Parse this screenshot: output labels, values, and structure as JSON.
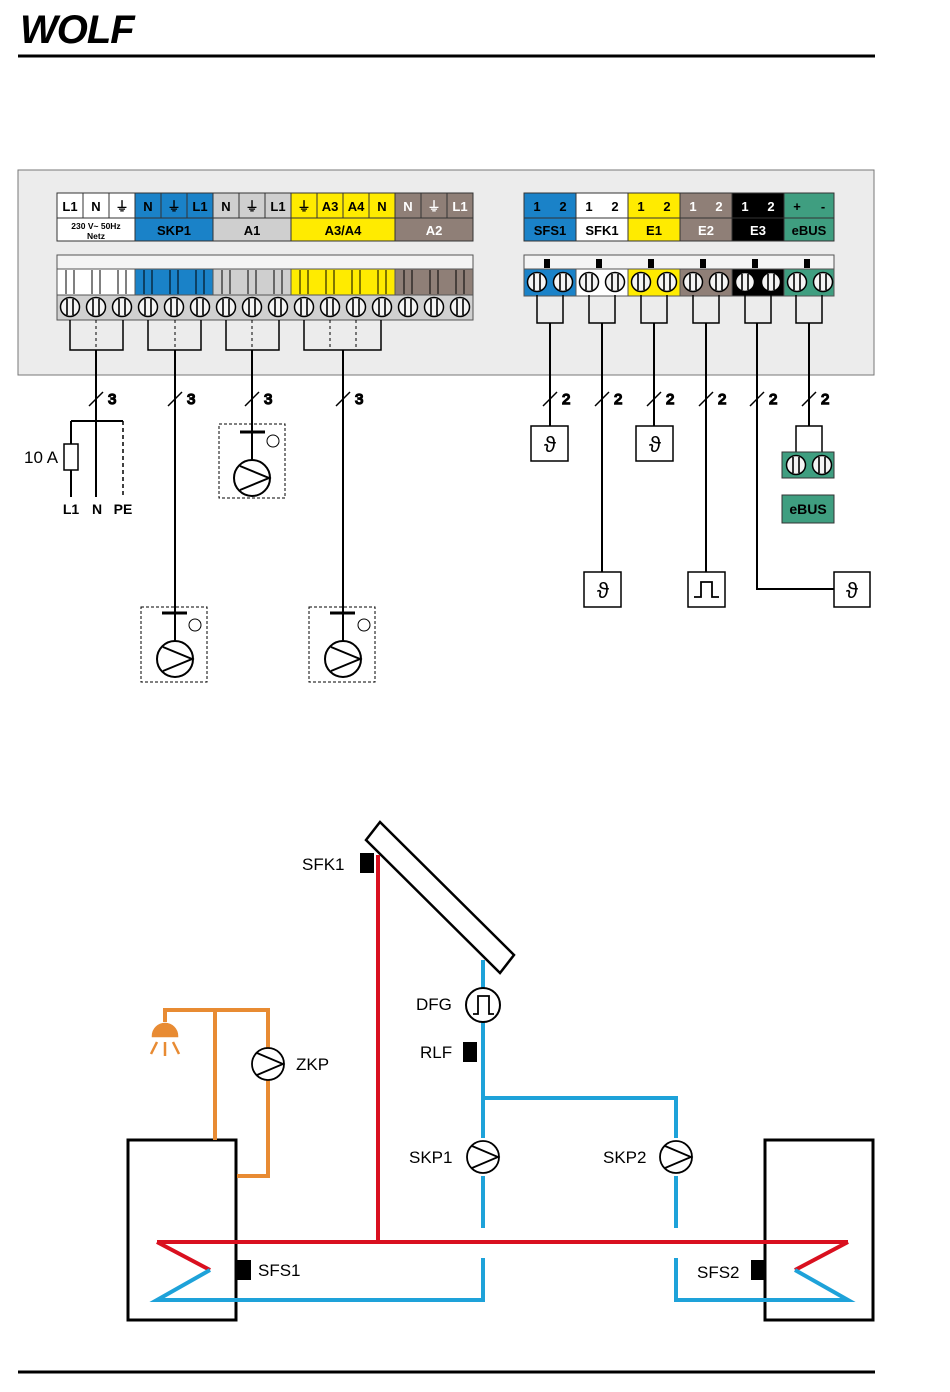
{
  "brand": {
    "logo_text": "WOLF"
  },
  "colors": {
    "blue": "#1a82c8",
    "yellow": "#ffeb00",
    "grey": "#cfcfcf",
    "brown": "#8f7f77",
    "green": "#3f9e80",
    "black": "#000000",
    "pipe_red": "#d9101f",
    "pipe_blue": "#1ea2d9",
    "pipe_orange": "#e88b33",
    "panel": "#ececec"
  },
  "left_block": {
    "terminals": [
      "L1",
      "N",
      "⏚",
      "N",
      "⏚",
      "L1",
      "N",
      "⏚",
      "L1",
      "⏚",
      "A3",
      "A4",
      "N",
      "N",
      "⏚",
      "L1"
    ],
    "netz_line1": "230 V~ 50Hz",
    "netz_line2": "Netz",
    "groups": [
      "SKP1",
      "A1",
      "A3/A4",
      "A2"
    ]
  },
  "right_block": {
    "pins": [
      "1",
      "2",
      "1",
      "2",
      "1",
      "2",
      "1",
      "2",
      "1",
      "2",
      "+",
      "-"
    ],
    "groups": [
      "SFS1",
      "SFK1",
      "E1",
      "E2",
      "E3",
      "eBUS"
    ]
  },
  "wiring": {
    "wire_count_3": "3",
    "wire_count_2": "2",
    "fuse_label": "10 A",
    "mains": [
      "L1",
      "N",
      "PE"
    ],
    "ebus_label": "eBUS",
    "sensor_symbol": "ϑ"
  },
  "hydraulic": {
    "labels": {
      "sfk1": "SFK1",
      "dfg": "DFG",
      "rlf": "RLF",
      "zkp": "ZKP",
      "skp1": "SKP1",
      "skp2": "SKP2",
      "sfs1": "SFS1",
      "sfs2": "SFS2"
    }
  }
}
